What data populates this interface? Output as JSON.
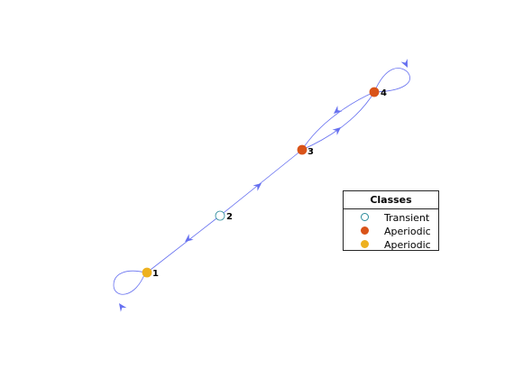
{
  "colors": {
    "edge": "#6670f0",
    "transient_marker": "#2a8a9a",
    "aperiodic_red": "#d95319",
    "aperiodic_yellow": "#edb120"
  },
  "nodes": [
    {
      "id": "1",
      "label": "1",
      "class": "Aperiodic",
      "color": "#edb120"
    },
    {
      "id": "2",
      "label": "2",
      "class": "Transient",
      "color": "#ffffff"
    },
    {
      "id": "3",
      "label": "3",
      "class": "Aperiodic",
      "color": "#d95319"
    },
    {
      "id": "4",
      "label": "4",
      "class": "Aperiodic",
      "color": "#d95319"
    }
  ],
  "edges": [
    {
      "from": "1",
      "to": "1",
      "kind": "self-loop"
    },
    {
      "from": "2",
      "to": "1",
      "kind": "directed"
    },
    {
      "from": "2",
      "to": "3",
      "kind": "directed"
    },
    {
      "from": "3",
      "to": "4",
      "kind": "directed"
    },
    {
      "from": "4",
      "to": "3",
      "kind": "directed"
    },
    {
      "from": "4",
      "to": "4",
      "kind": "self-loop"
    }
  ],
  "legend": {
    "title": "Classes",
    "items": [
      {
        "label": "Transient",
        "marker": "hollow",
        "color": "#2a8a9a"
      },
      {
        "label": "Aperiodic",
        "marker": "filled",
        "color": "#d95319"
      },
      {
        "label": "Aperiodic",
        "marker": "filled",
        "color": "#edb120"
      }
    ]
  }
}
